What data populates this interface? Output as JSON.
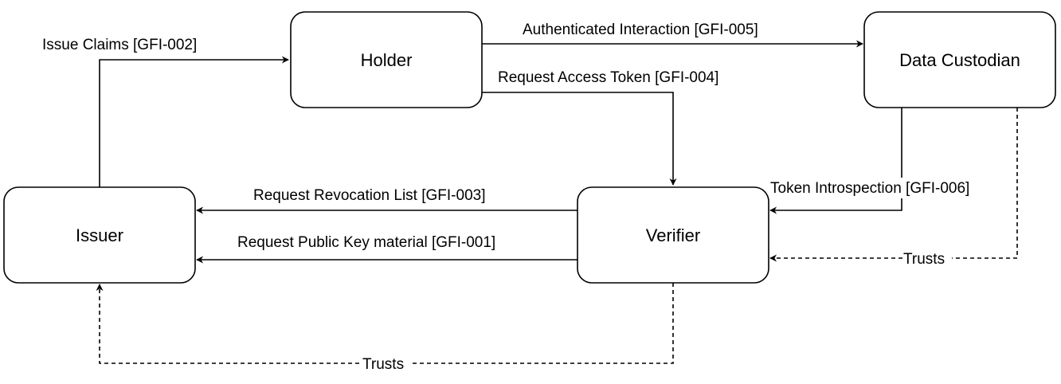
{
  "nodes": {
    "holder": "Holder",
    "data_custodian": "Data Custodian",
    "issuer": "Issuer",
    "verifier": "Verifier"
  },
  "edges": {
    "issue_claims": "Issue Claims [GFI-002]",
    "authenticated_interaction": "Authenticated Interaction [GFI-005]",
    "request_access_token": "Request Access Token [GFI-004]",
    "request_revocation_list": "Request Revocation List [GFI-003]",
    "request_public_key": "Request Public Key material [GFI-001]",
    "token_introspection": "Token Introspection [GFI-006]",
    "trusts_custodian_verifier": "Trusts",
    "trusts_verifier_issuer": "Trusts"
  }
}
